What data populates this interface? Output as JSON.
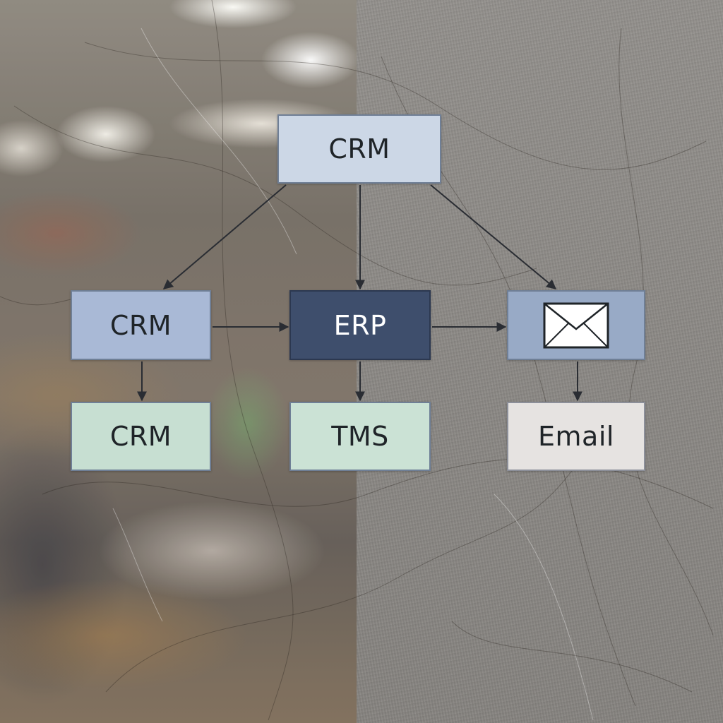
{
  "nodes": {
    "crm_top": {
      "label": "CRM"
    },
    "crm_left": {
      "label": "CRM"
    },
    "erp": {
      "label": "ERP"
    },
    "envelope": {
      "icon": "envelope-icon"
    },
    "crm_bottom": {
      "label": "CRM"
    },
    "tms": {
      "label": "TMS"
    },
    "email": {
      "label": "Email"
    }
  },
  "edges": [
    {
      "from": "crm_top",
      "to": "crm_left"
    },
    {
      "from": "crm_top",
      "to": "erp"
    },
    {
      "from": "crm_top",
      "to": "envelope"
    },
    {
      "from": "crm_left",
      "to": "erp"
    },
    {
      "from": "erp",
      "to": "envelope"
    },
    {
      "from": "crm_left",
      "to": "crm_bottom"
    },
    {
      "from": "erp",
      "to": "tms"
    },
    {
      "from": "envelope",
      "to": "email"
    }
  ],
  "colors": {
    "crm_top": "#ccd7e6",
    "crm_left": "#a9b9d6",
    "erp": "#3e4e6c",
    "envelope": "#98aac6",
    "crm_bottom": "#c7dfd2",
    "tms": "#cbe2d5",
    "email": "#e6e3e1",
    "connector": "#2a2d33"
  }
}
